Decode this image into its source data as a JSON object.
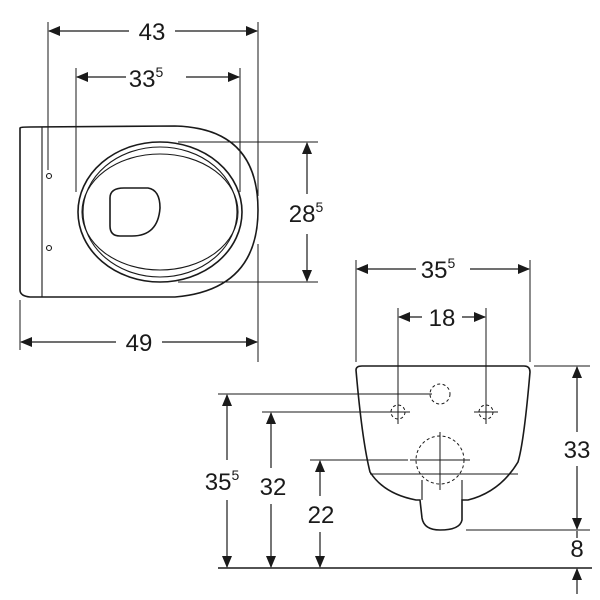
{
  "diagram": {
    "top_view": {
      "dim_overall_width": {
        "main": "43",
        "sup": ""
      },
      "dim_inner_width": {
        "main": "33",
        "sup": "5"
      },
      "dim_bowl_depth": {
        "main": "28",
        "sup": "5"
      },
      "dim_total_length": {
        "main": "49",
        "sup": ""
      }
    },
    "front_view": {
      "dim_width": {
        "main": "35",
        "sup": "5"
      },
      "dim_fixing_spacing": {
        "main": "18",
        "sup": ""
      },
      "dim_height": {
        "main": "33",
        "sup": ""
      },
      "dim_bottom_gap": {
        "main": "8",
        "sup": ""
      },
      "dim_top_height": {
        "main": "35",
        "sup": "5"
      },
      "dim_fixing_height": {
        "main": "32",
        "sup": ""
      },
      "dim_drain_height": {
        "main": "22",
        "sup": ""
      }
    }
  }
}
